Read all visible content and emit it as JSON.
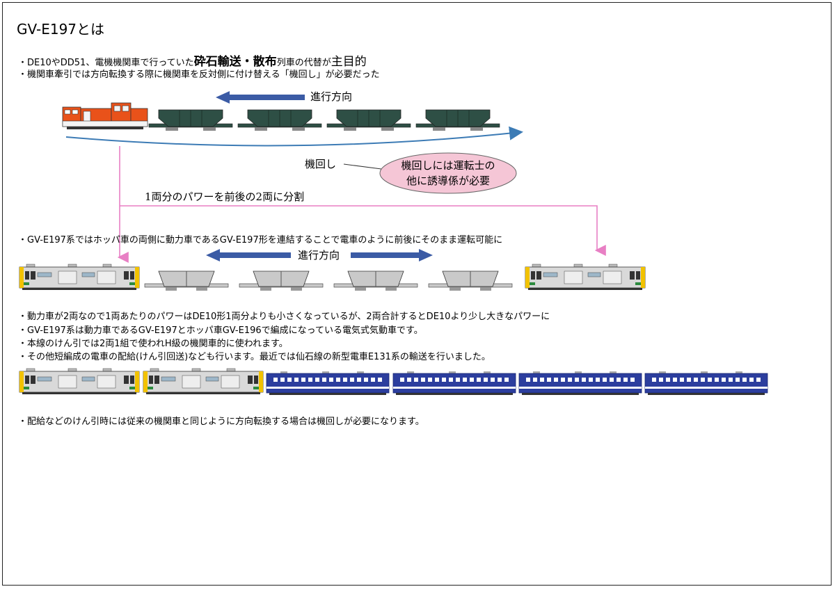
{
  "title": "GV-E197とは",
  "intro": {
    "line1_prefix": "・DE10やDD51、電機機関車で行っていた",
    "line1_bold": "砕石輸送・散布",
    "line1_mid": "列車の代替が",
    "line1_tail": "主目的",
    "line2": "・機関車牽引では方向転換する際に機関車を反対側に付け替える「機回し」が必要だった"
  },
  "diagram1": {
    "direction_label": "進行方向",
    "kimawashi_label": "機回し",
    "bubble_line1": "機回しには運転士の",
    "bubble_line2": "他に誘導係が必要"
  },
  "split_label": "1両分のパワーを前後の2両に分割",
  "gv_line": "・GV-E197系ではホッパ車の両側に動力車であるGV-E197形を連結することで電車のように前後にそのまま運転可能に",
  "diagram2": {
    "direction_label": "進行方向"
  },
  "notes": [
    "・動力車が2両なので1両あたりのパワーはDE10形1両分よりも小さくなっているが、2両合計するとDE10より少し大きなパワーに",
    "・GV-E197系は動力車であるGV-E197とホッパ車GV-E196で編成になっている電気式気動車です。",
    "・本線のけん引では2両1組で使われH級の機関車的に使われます。",
    "・その他短編成の電車の配給(けん引回送)なども行います。最近では仙石線の新型電車E131系の輸送を行いました。"
  ],
  "final_note": "・配給などのけん引時には従来の機関車と同じように方向転換する場合は機回しが必要になります。",
  "colors": {
    "arrow_blue": "#3b5ba5",
    "curve_blue": "#3c7bb5",
    "pink": "#e87fc4",
    "bubble_fill": "#f5c6d6",
    "loco_orange": "#e9521a",
    "hopper_dark": "#2e4f45",
    "hopper_gray": "#c9c9c9",
    "gv_body": "#d9d9d9",
    "gv_yellow": "#f2c200",
    "e131_blue": "#2c3e9e"
  },
  "icons": {
    "de10": "de10-locomotive-icon",
    "hopper": "hopper-car-icon",
    "gv_e197": "gv-e197-railcar-icon",
    "e131": "e131-train-icon"
  }
}
